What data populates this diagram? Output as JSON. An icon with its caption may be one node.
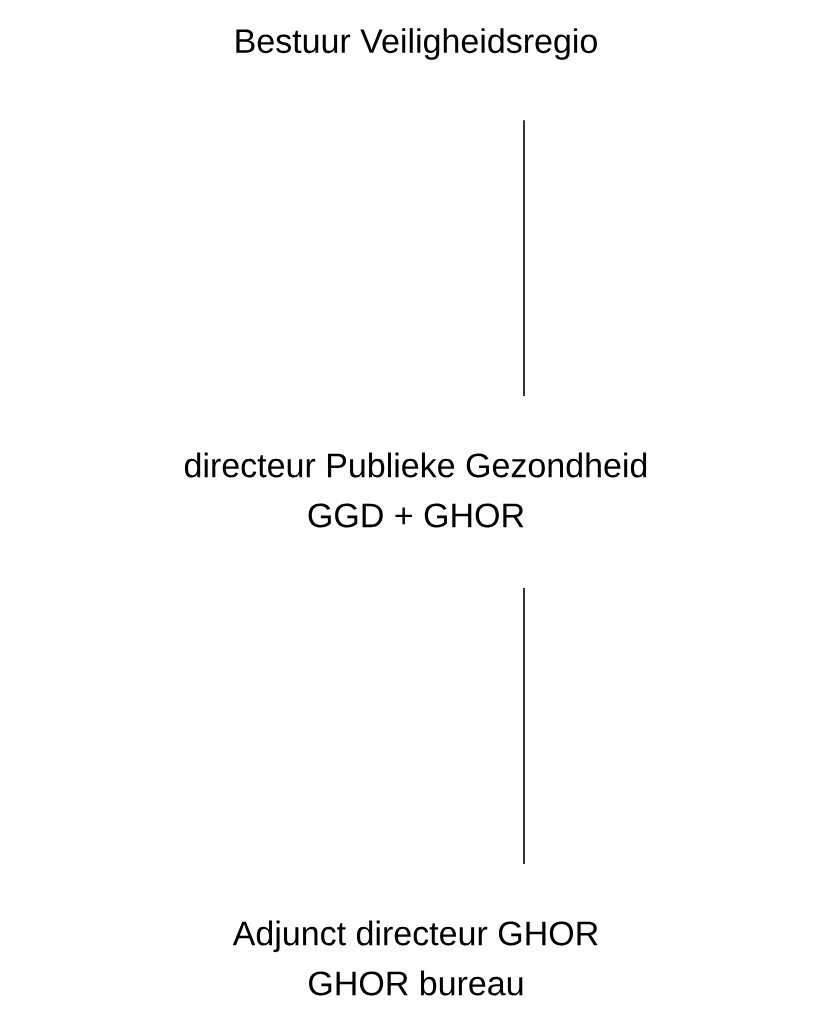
{
  "diagram": {
    "nodes": [
      {
        "text": [
          "Bestuur Veiligheidsregio"
        ]
      },
      {
        "text": [
          "directeur Publieke Gezondheid",
          "GGD + GHOR"
        ]
      },
      {
        "text": [
          "Adjunct directeur GHOR",
          "GHOR bureau"
        ]
      }
    ],
    "edges": [
      {
        "from": 0,
        "to": 1,
        "arrow": "none"
      },
      {
        "from": 1,
        "to": 2,
        "arrow": "none"
      }
    ]
  }
}
